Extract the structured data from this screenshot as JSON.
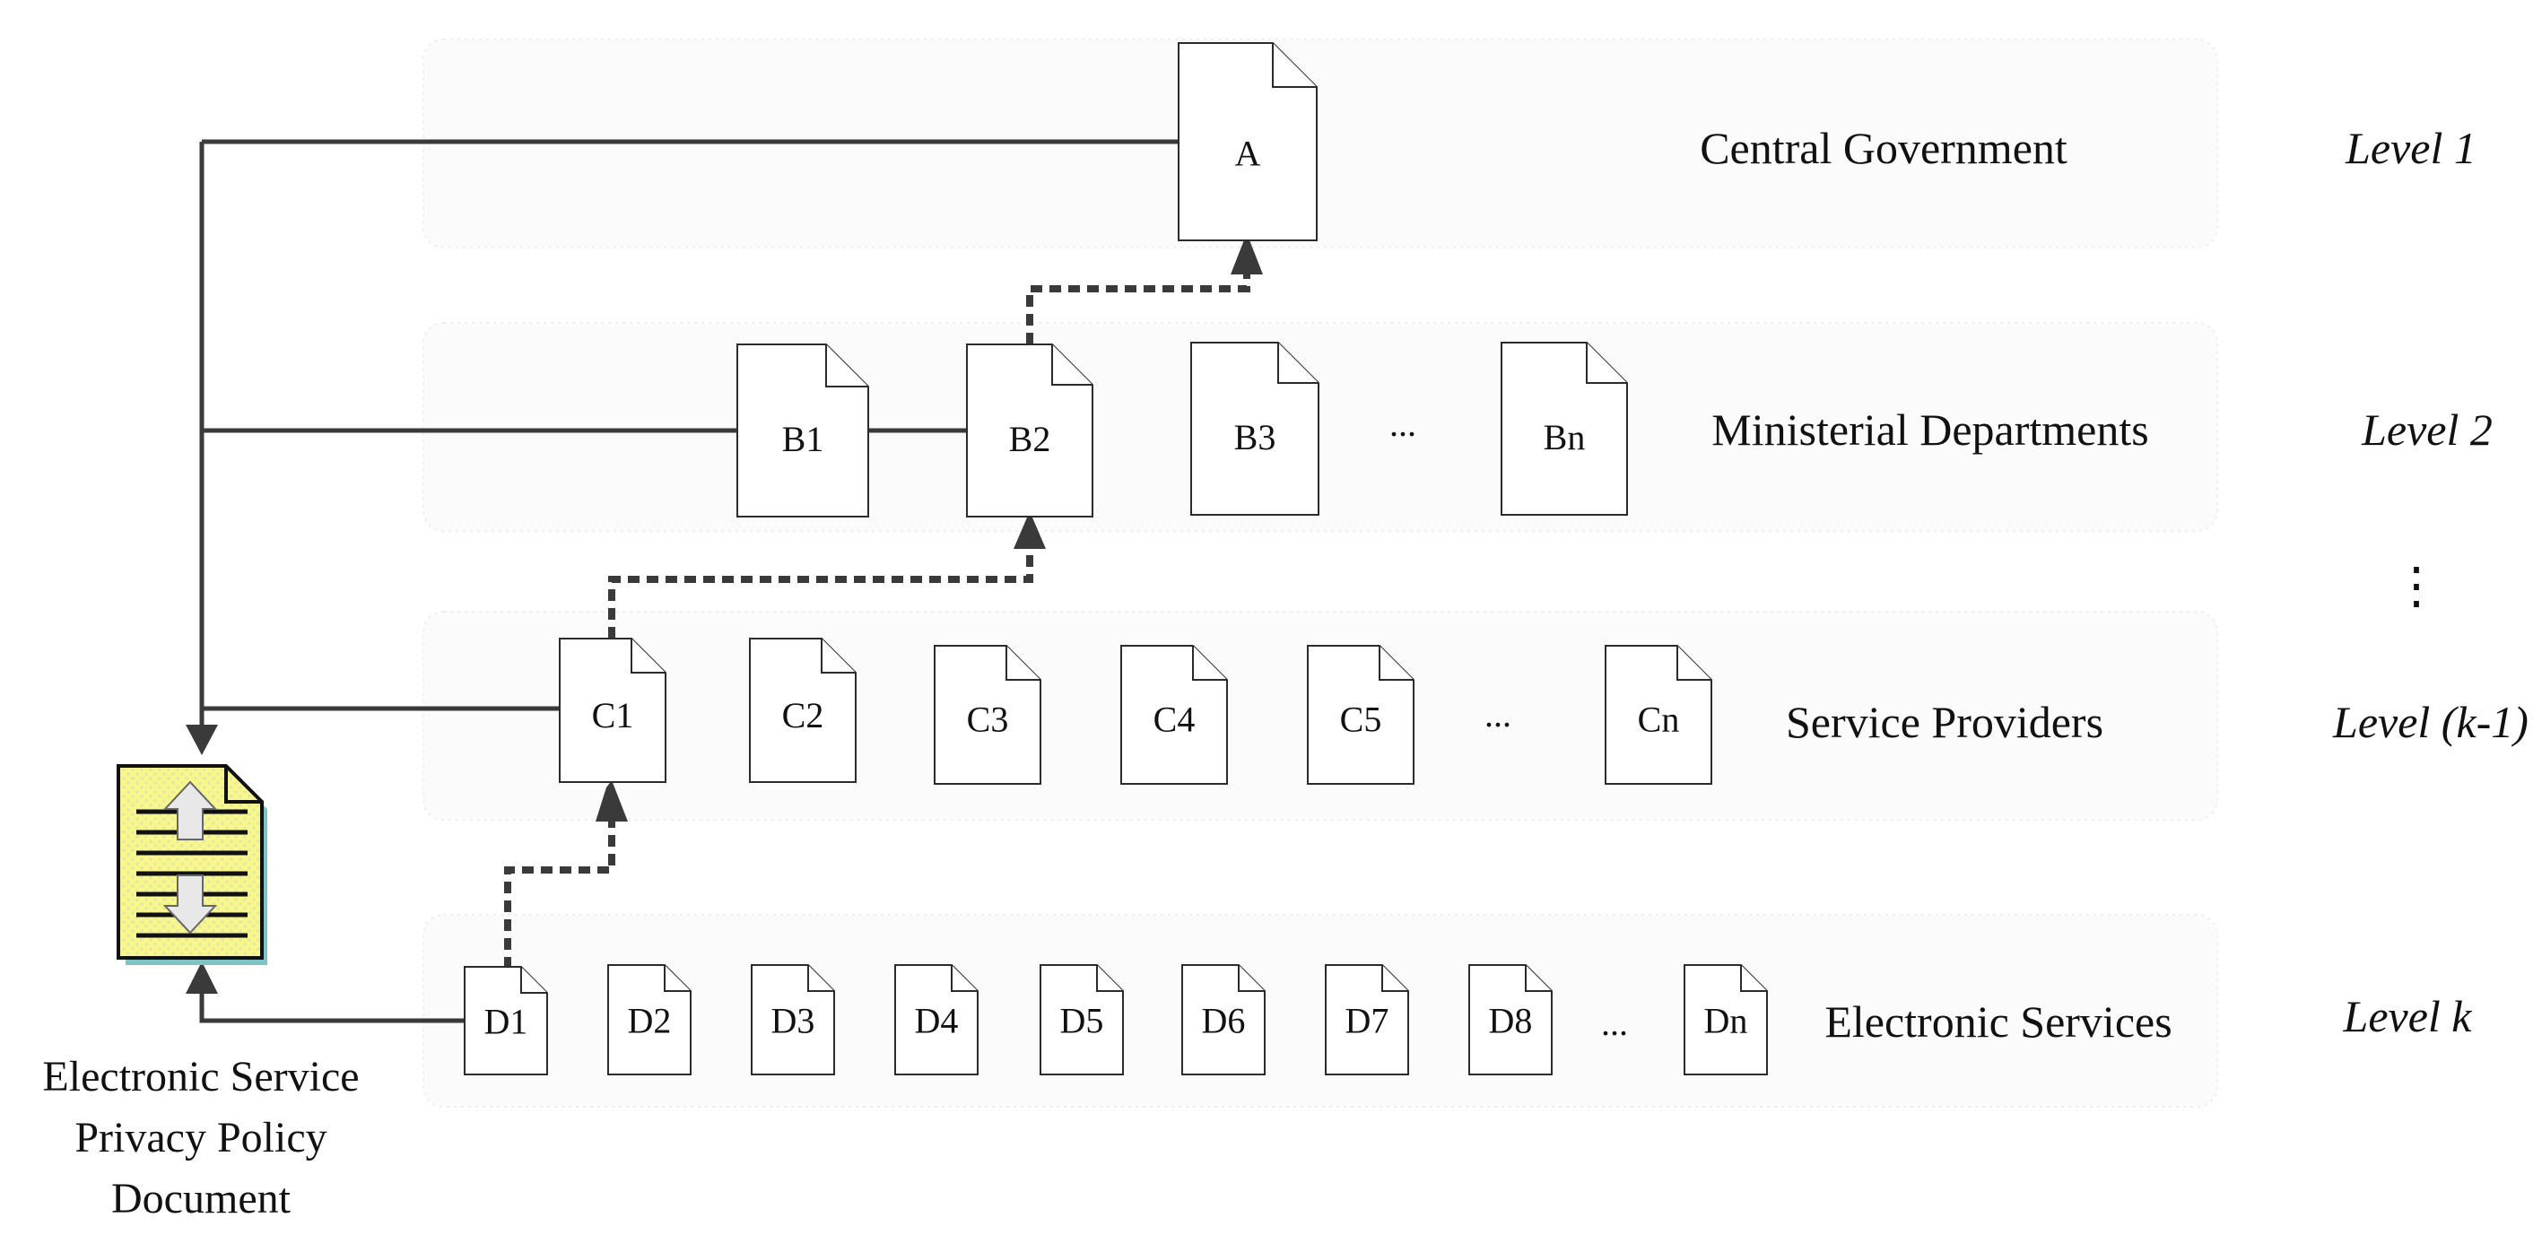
{
  "levels": [
    {
      "name": "Central Government",
      "level": "Level 1",
      "docs": [
        "A"
      ]
    },
    {
      "name": "Ministerial Departments",
      "level": "Level 2",
      "docs": [
        "B1",
        "B2",
        "B3",
        "...",
        "Bn"
      ]
    },
    {
      "name": "Service Providers",
      "level": "Level (k-1)",
      "docs": [
        "C1",
        "C2",
        "C3",
        "C4",
        "C5",
        "...",
        "Cn"
      ]
    },
    {
      "name": "Electronic Services",
      "level": "Level k",
      "docs": [
        "D1",
        "D2",
        "D3",
        "D4",
        "D5",
        "D6",
        "D7",
        "D8",
        "...",
        "Dn"
      ]
    }
  ],
  "vertical_ellipsis": "⋮",
  "policy_document": {
    "caption_lines": [
      "Electronic Service",
      "Privacy Policy",
      "Document"
    ],
    "icon": "privacy-policy-document-icon"
  },
  "colors": {
    "connector": "#3a3a3a",
    "band_fill": "#fbfbfb",
    "policy_doc_fill": "#f7f78a"
  }
}
